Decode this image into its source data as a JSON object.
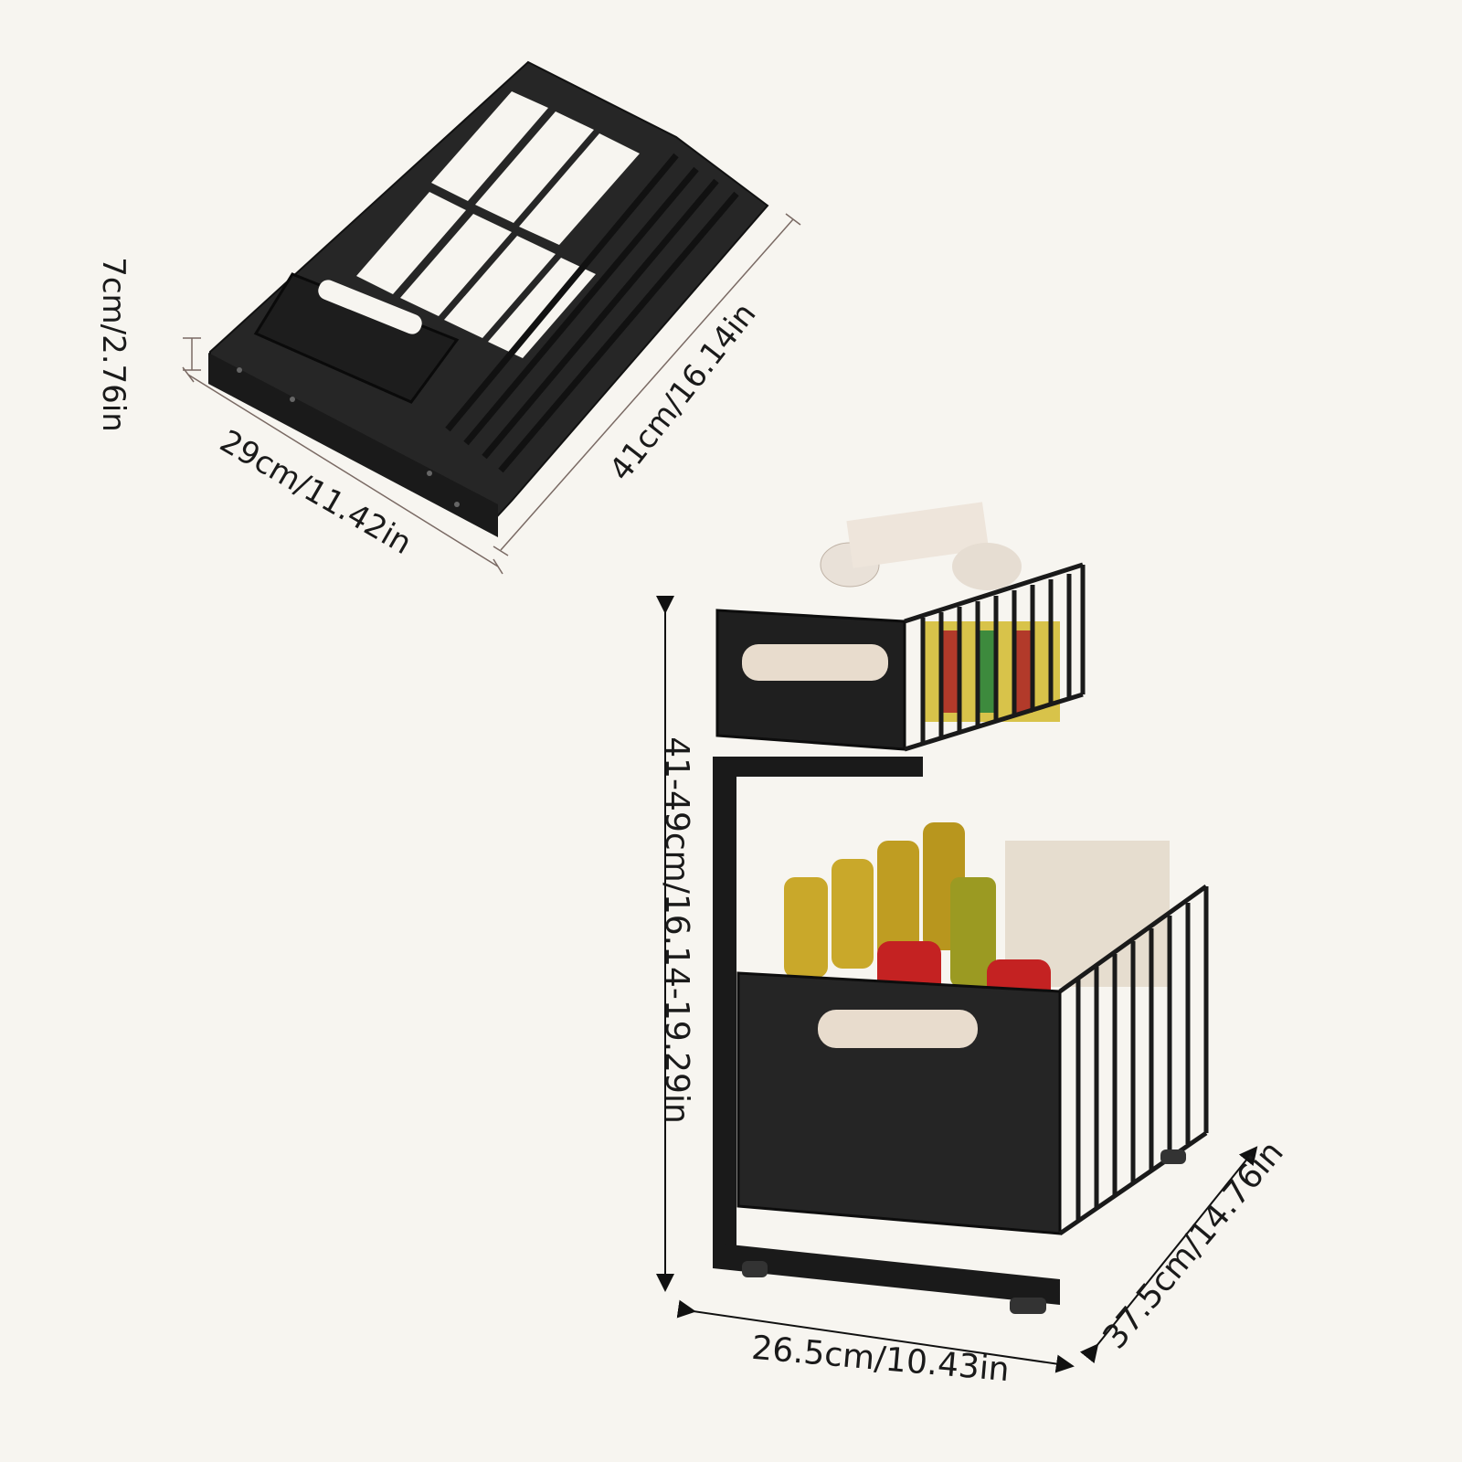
{
  "folded": {
    "height_label": "7cm/2.76in",
    "width_label": "29cm/11.42in",
    "length_label": "41cm/16.14in"
  },
  "assembled": {
    "height_label": "41-49cm/16.14-19.29in",
    "width_label": "26.5cm/10.43in",
    "depth_label": "37.5cm/14.76in"
  },
  "colors": {
    "background": "#f7f5f0",
    "metal": "#2b2b2b",
    "dimension_line": "#7a6a64"
  }
}
